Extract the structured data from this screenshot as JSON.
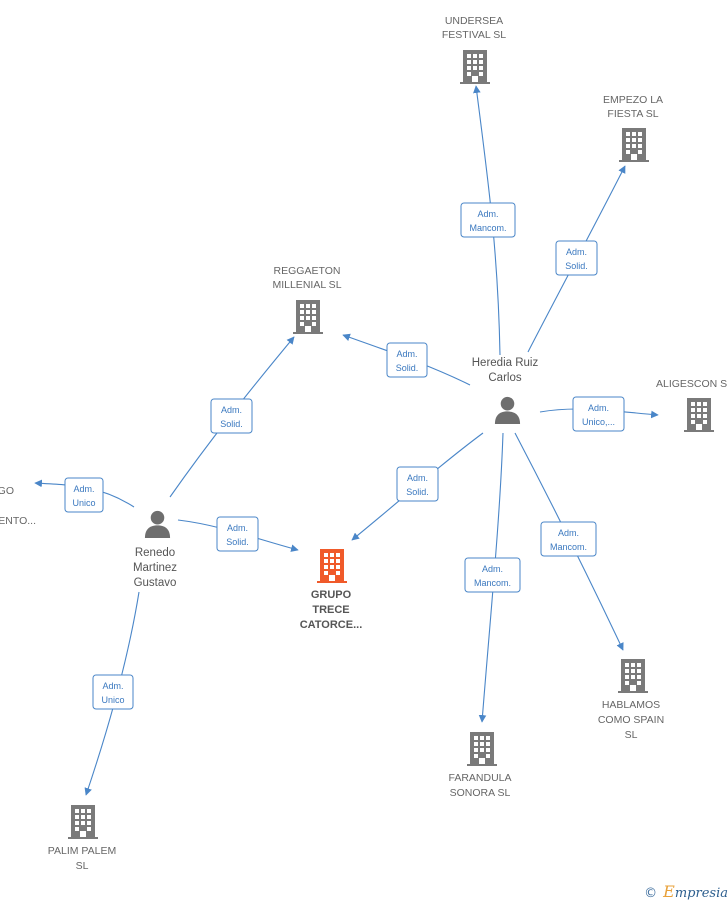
{
  "nodes": {
    "undersea": {
      "lines": [
        "UNDERSEA",
        "FESTIVAL  SL"
      ]
    },
    "empezo": {
      "lines": [
        "EMPEZO LA",
        "FIESTA  SL"
      ]
    },
    "reggaeton": {
      "lines": [
        "REGGAETON",
        "MILLENIAL  SL"
      ]
    },
    "aligescon": {
      "lines": [
        "ALIGESCON  S"
      ]
    },
    "left_partial": {
      "lines": [
        "GO",
        "ENTO..."
      ]
    },
    "grupo": {
      "lines": [
        "GRUPO",
        "TRECE",
        "CATORCE..."
      ]
    },
    "hablamos": {
      "lines": [
        "HABLAMOS",
        "COMO SPAIN",
        "SL"
      ]
    },
    "farandula": {
      "lines": [
        "FARANDULA",
        "SONORA  SL"
      ]
    },
    "palim": {
      "lines": [
        "PALIM PALEM",
        "SL"
      ]
    },
    "heredia": {
      "lines": [
        "Heredia Ruiz",
        "Carlos"
      ]
    },
    "renedo": {
      "lines": [
        "Renedo",
        "Martinez",
        "Gustavo"
      ]
    }
  },
  "roles": [
    {
      "id": "r1",
      "lines": [
        "Adm.",
        "Mancom."
      ]
    },
    {
      "id": "r2",
      "lines": [
        "Adm.",
        "Solid."
      ]
    },
    {
      "id": "r3",
      "lines": [
        "Adm.",
        "Solid."
      ]
    },
    {
      "id": "r4",
      "lines": [
        "Adm.",
        "Unico,..."
      ]
    },
    {
      "id": "r5",
      "lines": [
        "Adm.",
        "Solid."
      ]
    },
    {
      "id": "r6",
      "lines": [
        "Adm.",
        "Mancom."
      ]
    },
    {
      "id": "r7",
      "lines": [
        "Adm.",
        "Mancom."
      ]
    },
    {
      "id": "r8",
      "lines": [
        "Adm.",
        "Solid."
      ]
    },
    {
      "id": "r9",
      "lines": [
        "Adm.",
        "Unico"
      ]
    },
    {
      "id": "r10",
      "lines": [
        "Adm.",
        "Solid."
      ]
    },
    {
      "id": "r11",
      "lines": [
        "Adm.",
        "Unico"
      ]
    }
  ],
  "colors": {
    "edge": "#4a86c8",
    "building": "#7a7a7a",
    "building_main": "#f05a2a",
    "person": "#6e6e6e"
  },
  "icons": {
    "company": "building-icon",
    "person": "person-icon"
  },
  "brand": {
    "symbol": "©",
    "initial": "E",
    "rest": "mpresia"
  }
}
